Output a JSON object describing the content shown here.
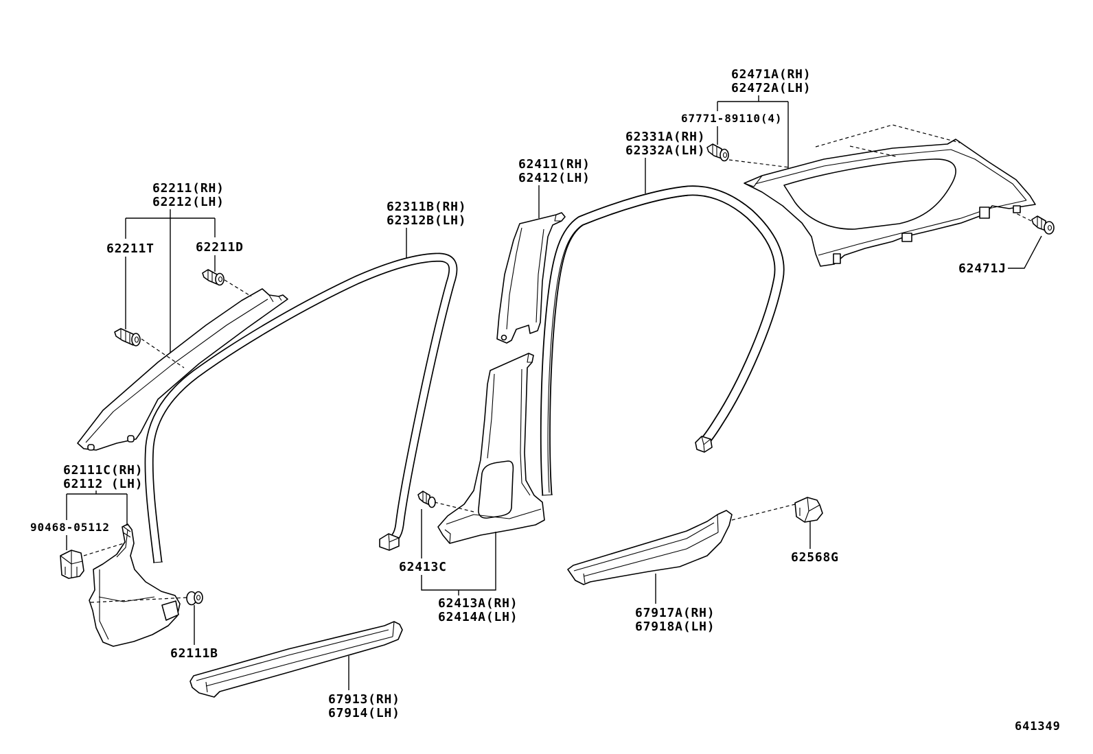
{
  "colors": {
    "line": "#000000",
    "background": "#ffffff"
  },
  "callouts": {
    "roof_side_inner_garnish": [
      "62471A(RH)",
      "62472A(LH)"
    ],
    "roof_garnish_clip": [
      "67771-89110(4)"
    ],
    "rear_door_weatherstrip": [
      "62331A(RH)",
      "62332A(LH)"
    ],
    "center_pillar_upper_garnish": [
      "62411(RH)",
      "62412(LH)"
    ],
    "front_pillar_garnish": [
      "62211(RH)",
      "62212(LH)"
    ],
    "front_door_weatherstrip": [
      "62311B(RH)",
      "62312B(LH)"
    ],
    "front_pillar_clip_t": [
      "62211T"
    ],
    "front_pillar_clip_d": [
      "62211D"
    ],
    "roof_garnish_rear_clip": [
      "62471J"
    ],
    "cowl_side_trim": [
      "62111C(RH)",
      "62112 (LH)"
    ],
    "cowl_trim_clip": [
      "90468-05112"
    ],
    "center_pillar_clip": [
      "62413C"
    ],
    "scuff_plate_clip": [
      "62568G"
    ],
    "center_pillar_lower_garnish": [
      "62413A(RH)",
      "62414A(LH)"
    ],
    "rear_scuff_plate": [
      "67917A(RH)",
      "67918A(LH)"
    ],
    "cowl_trim_fastener": [
      "62111B"
    ],
    "front_scuff_plate": [
      "67913(RH)",
      "67914(LH)"
    ]
  },
  "figure_number": "641349"
}
